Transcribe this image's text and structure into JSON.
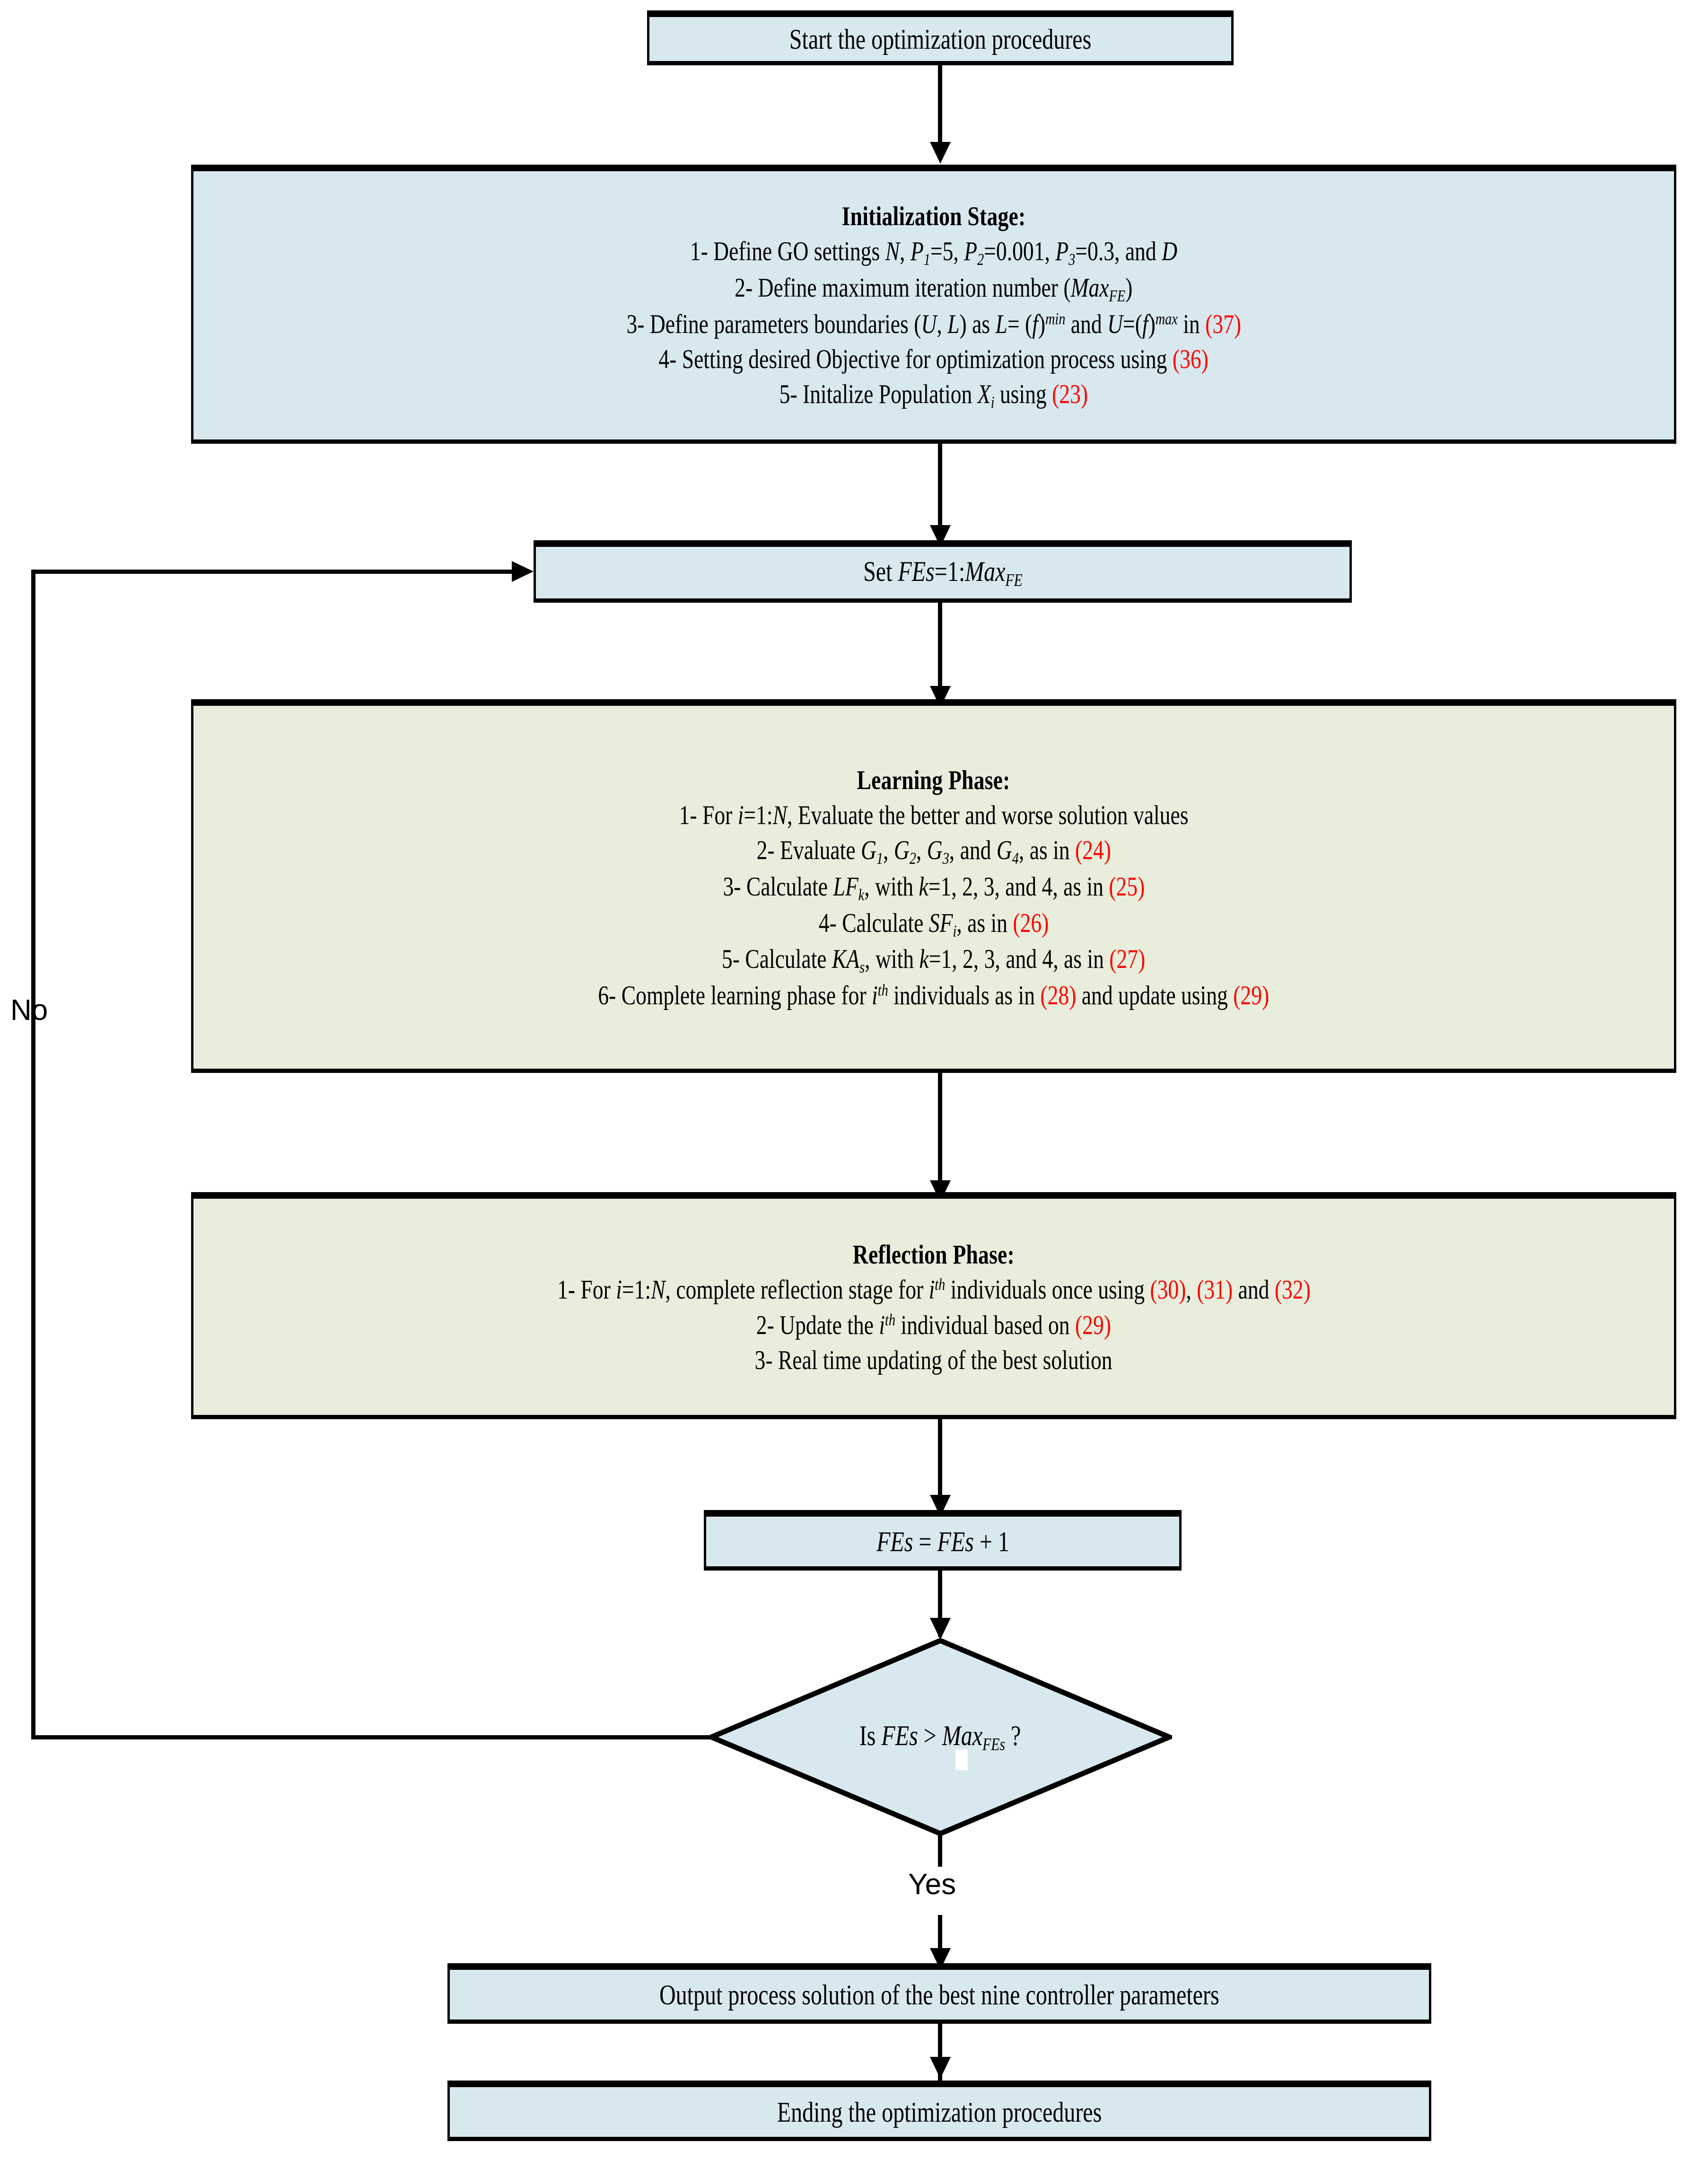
{
  "figure": {
    "type": "flowchart",
    "title": "Gold-rush Optimizer (GO) controller-tuning optimization procedure",
    "colors": {
      "process_fill": "#d8e8ef",
      "phase_fill": "#e9eedc",
      "stroke": "#000000",
      "equation_ref": "#ff0000",
      "page_background": "#ffffff"
    }
  },
  "nodes": {
    "start": {
      "shape": "process",
      "fill": "process_fill",
      "label": "Start the optimization procedures"
    },
    "initialization": {
      "shape": "process",
      "fill": "process_fill",
      "title": "Initialization Stage:",
      "lines": [
        "1- Define GO settings N, P1=5, P2=0.001, P3=0.3, and D",
        "2- Define maximum iteration number (MaxFE)",
        "3- Define parameters boundaries (U, L) as L= (f)min and U=(f)max in (37)",
        "4- Setting desired Objective for optimization process using (36)",
        "5- Initalize Population Xi using (23)"
      ],
      "equation_refs": [
        "(37)",
        "(36)",
        "(23)"
      ]
    },
    "set_fes": {
      "shape": "process",
      "fill": "process_fill",
      "label": "Set FEs=1:MaxFE"
    },
    "learning_phase": {
      "shape": "process",
      "fill": "phase_fill",
      "title": "Learning Phase:",
      "lines": [
        "1- For i=1:N, Evaluate the better and worse solution values",
        "2- Evaluate G1, G2, G3, and G4, as in (24)",
        "3- Calculate LFk, with k=1, 2, 3, and 4, as in (25)",
        "4- Calculate SFi, as in (26)",
        "5- Calculate KAs, with k=1, 2, 3, and 4, as in (27)",
        "6- Complete learning phase for ith individuals as in (28) and update using (29)"
      ],
      "equation_refs": [
        "(24)",
        "(25)",
        "(26)",
        "(27)",
        "(28)",
        "(29)"
      ]
    },
    "reflection_phase": {
      "shape": "process",
      "fill": "phase_fill",
      "title": "Reflection Phase:",
      "lines": [
        "1- For i=1:N,  complete reflection stage for ith individuals once using (30), (31) and (32)",
        "2-  Update the ith individual based on (29)",
        "3- Real time updating of the best solution"
      ],
      "equation_refs": [
        "(30)",
        "(31)",
        "(32)",
        "(29)"
      ]
    },
    "increment": {
      "shape": "process",
      "fill": "process_fill",
      "label": "FEs = FEs + 1"
    },
    "decision": {
      "shape": "diamond",
      "fill": "process_fill",
      "label": "Is FEs > MaxFEs ?"
    },
    "output": {
      "shape": "process",
      "fill": "process_fill",
      "label": "Output process solution of the best nine controller parameters"
    },
    "end": {
      "shape": "process",
      "fill": "process_fill",
      "label": "Ending the optimization procedures"
    }
  },
  "branch_labels": {
    "no": "No",
    "yes": "Yes"
  },
  "text": {
    "start": "Start the optimization procedures",
    "init_title": "Initialization Stage:",
    "init_l1_a": "1- Define GO settings ",
    "init_l1_N": "N",
    "init_l1_b": ", ",
    "init_l1_P1": "P",
    "init_l1_P1s": "1",
    "init_l1_c": "=5, ",
    "init_l1_P2": "P",
    "init_l1_P2s": "2",
    "init_l1_d": "=0.001, ",
    "init_l1_P3": "P",
    "init_l1_P3s": "3",
    "init_l1_e": "=0.3, and ",
    "init_l1_D": "D",
    "init_l2_a": "2- Define maximum iteration number (",
    "init_l2_max": "Max",
    "init_l2_maxsub": "FE",
    "init_l2_b": ")",
    "init_l3_a": "3- Define parameters boundaries (",
    "init_l3_U": "U",
    "init_l3_b": ", ",
    "init_l3_L": "L",
    "init_l3_c": ") as ",
    "init_l3_L2": "L",
    "init_l3_d": "= (",
    "init_l3_f1": "f",
    "init_l3_e": ")",
    "init_l3_min": "min",
    "init_l3_f": " and ",
    "init_l3_U2": "U",
    "init_l3_g": "=(",
    "init_l3_f2": "f",
    "init_l3_h": ")",
    "init_l3_max": "max",
    "init_l3_i": " in ",
    "init_l3_eq": "(37)",
    "init_l4_a": "4- Setting desired Objective for optimization process using ",
    "init_l4_eq": "(36)",
    "init_l5_a": "5- Initalize Population ",
    "init_l5_X": "X",
    "init_l5_Xsub": "i",
    "init_l5_b": " using ",
    "init_l5_eq": "(23)",
    "setfes_a": "Set ",
    "setfes_FEs": "FEs",
    "setfes_b": "=1:",
    "setfes_Max": "Max",
    "setfes_sub": "FE",
    "learn_title": "Learning Phase:",
    "learn_l1_a": "1- For ",
    "learn_l1_i": "i",
    "learn_l1_b": "=1:",
    "learn_l1_N": "N",
    "learn_l1_c": ", Evaluate the better and worse solution values",
    "learn_l2_a": "2- Evaluate ",
    "learn_l2_G1": "G",
    "learn_l2_G1s": "1",
    "learn_l2_b": ", ",
    "learn_l2_G2": "G",
    "learn_l2_G2s": "2",
    "learn_l2_c": ", ",
    "learn_l2_G3": "G",
    "learn_l2_G3s": "3",
    "learn_l2_d": ", and ",
    "learn_l2_G4": "G",
    "learn_l2_G4s": "4",
    "learn_l2_e": ", as in ",
    "learn_l2_eq": "(24)",
    "learn_l3_a": "3- Calculate ",
    "learn_l3_LF": "LF",
    "learn_l3_k": "k",
    "learn_l3_b": ", with ",
    "learn_l3_k2": "k",
    "learn_l3_c": "=1, 2, 3, and 4, as in ",
    "learn_l3_eq": "(25)",
    "learn_l4_a": "4- Calculate ",
    "learn_l4_SF": "SF",
    "learn_l4_i": "i",
    "learn_l4_b": ", as in ",
    "learn_l4_eq": "(26)",
    "learn_l5_a": "5- Calculate ",
    "learn_l5_KA": "KA",
    "learn_l5_s": "s",
    "learn_l5_b": ", with ",
    "learn_l5_k": "k",
    "learn_l5_c": "=1, 2, 3, and 4, as in ",
    "learn_l5_eq": "(27)",
    "learn_l6_a": "6- Complete learning phase for ",
    "learn_l6_i": "i",
    "learn_l6_th": "th",
    "learn_l6_b": " individuals as in ",
    "learn_l6_eq1": "(28)",
    "learn_l6_c": " and update using ",
    "learn_l6_eq2": "(29)",
    "refl_title": "Reflection Phase:",
    "refl_l1_a": "1- For ",
    "refl_l1_i": "i",
    "refl_l1_b": "=1:",
    "refl_l1_N": "N",
    "refl_l1_c": ",  complete reflection stage for ",
    "refl_l1_i2": "i",
    "refl_l1_th": "th",
    "refl_l1_d": " individuals once using ",
    "refl_l1_eq1": "(30)",
    "refl_l1_e": ", ",
    "refl_l1_eq2": "(31)",
    "refl_l1_f": " and ",
    "refl_l1_eq3": "(32)",
    "refl_l2_a": "2-  Update the ",
    "refl_l2_i": "i",
    "refl_l2_th": "th",
    "refl_l2_b": " individual based on ",
    "refl_l2_eq": "(29)",
    "refl_l3": "3- Real time updating of the best solution",
    "incr_FEs1": "FEs",
    "incr_mid": " = ",
    "incr_FEs2": "FEs",
    "incr_end": " + 1",
    "dec_a": "Is ",
    "dec_FEs": "FEs",
    "dec_b": " > ",
    "dec_Max": "Max",
    "dec_sub": "FEs",
    "dec_c": " ?",
    "output": "Output process solution of the best nine controller parameters",
    "end": "Ending the optimization procedures",
    "no": "No",
    "yes": "Yes"
  }
}
